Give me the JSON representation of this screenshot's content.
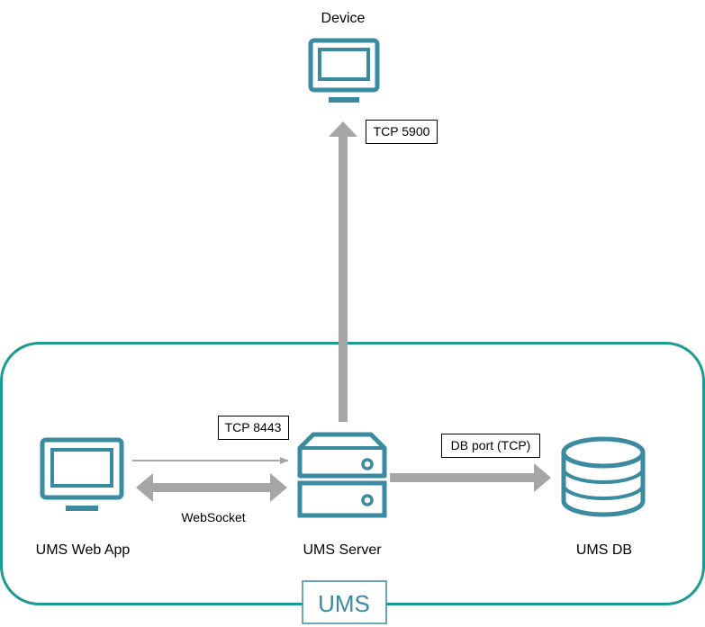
{
  "colors": {
    "boundary": "#1a9c94",
    "icon": "#3a8aa0",
    "arrow": "#a6a6a6"
  },
  "nodes": {
    "device": {
      "label": "Device",
      "icon": "monitor-icon"
    },
    "web_app": {
      "label": "UMS Web App",
      "icon": "monitor-icon"
    },
    "server": {
      "label": "UMS Server",
      "icon": "server-icon"
    },
    "db": {
      "label": "UMS DB",
      "icon": "database-icon"
    }
  },
  "edges": {
    "tcp_5900": "TCP 5900",
    "tcp_8443": "TCP 8443",
    "websocket": "WebSocket",
    "db_port": "DB port (TCP)"
  },
  "boundary": {
    "badge": "UMS"
  }
}
